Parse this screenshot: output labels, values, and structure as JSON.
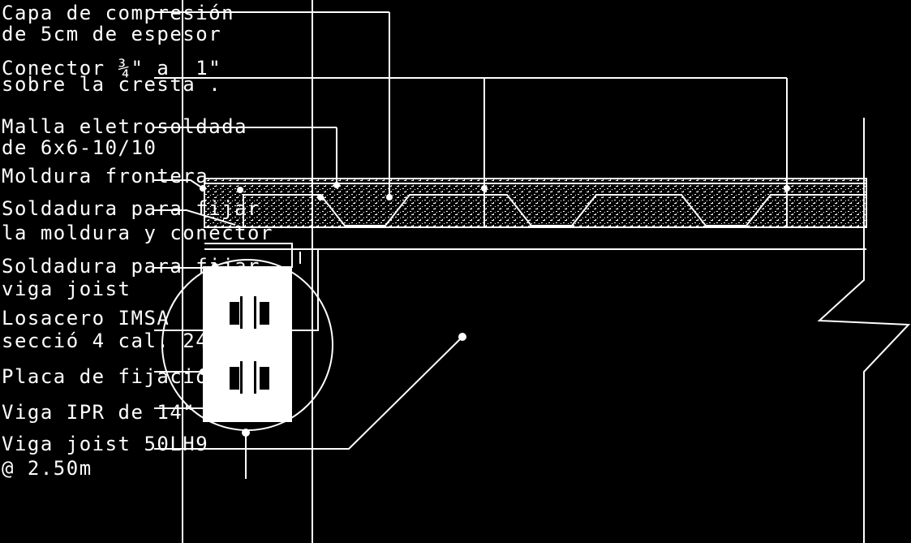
{
  "labels": [
    {
      "line1": "Capa de compresión",
      "line2": "de 5cm de espesor"
    },
    {
      "line1": "Conector ¾\" a  1\"",
      "line2": "sobre la cresta ."
    },
    {
      "line1": "Malla eletrosoldada",
      "line2": "de 6x6-10/10"
    },
    {
      "line1": "Moldura frontera",
      "line2": ""
    },
    {
      "line1": "Soldadura para fijar",
      "line2": "la moldura y conector"
    },
    {
      "line1": "Soldadura para fijar",
      "line2": "viga joist"
    },
    {
      "line1": "Losacero IMSA",
      "line2": "secció 4 cal. 24"
    },
    {
      "line1": "Placa de fijacion",
      "line2": ""
    },
    {
      "line1": "Viga IPR de 14\"",
      "line2": ""
    },
    {
      "line1": "Viga joist 50LH9",
      "line2": "@ 2.50m"
    }
  ],
  "colors": {
    "background": "#000000",
    "lines": "#ffffff"
  }
}
